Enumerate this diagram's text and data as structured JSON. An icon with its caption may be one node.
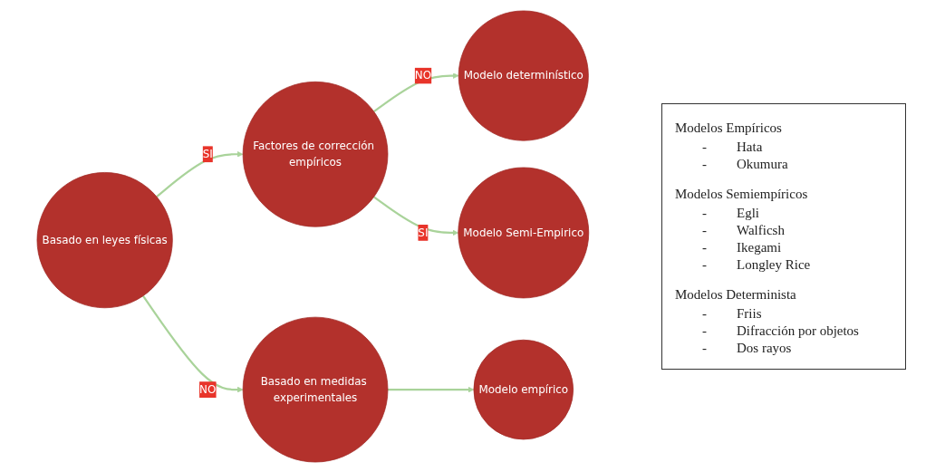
{
  "diagram": {
    "nodes": [
      {
        "text": [
          "Basado en leyes físicas"
        ]
      },
      {
        "text": [
          "Factores de corrección empíricos"
        ]
      },
      {
        "text": [
          "Basado en medidas experimentales"
        ]
      },
      {
        "text": [
          "Modelo determinístico"
        ]
      },
      {
        "text": [
          "Modelo Semi-Empirico"
        ]
      },
      {
        "text": [
          "Modelo empírico"
        ]
      }
    ],
    "edges": [
      {
        "from": 0,
        "to": 1,
        "arrow": "to",
        "label": "SI"
      },
      {
        "from": 0,
        "to": 2,
        "arrow": "to",
        "label": "NO"
      },
      {
        "from": 1,
        "to": 3,
        "arrow": "to",
        "label": "NO"
      },
      {
        "from": 1,
        "to": 4,
        "arrow": "to",
        "label": "SI"
      },
      {
        "from": 2,
        "to": 5,
        "arrow": "to"
      }
    ],
    "labels": [
      "Modelos Empíricos",
      "-",
      "Hata",
      "-",
      "Okumura",
      "Modelos Semiempíricos",
      "-",
      "Egli",
      "-",
      "Walficsh",
      "-",
      "Ikegami",
      "-",
      "Longley Rice",
      "Modelos Determinista",
      "-",
      "Friis",
      "-",
      "Difracción por objetos",
      "-",
      "Dos rayos"
    ]
  }
}
